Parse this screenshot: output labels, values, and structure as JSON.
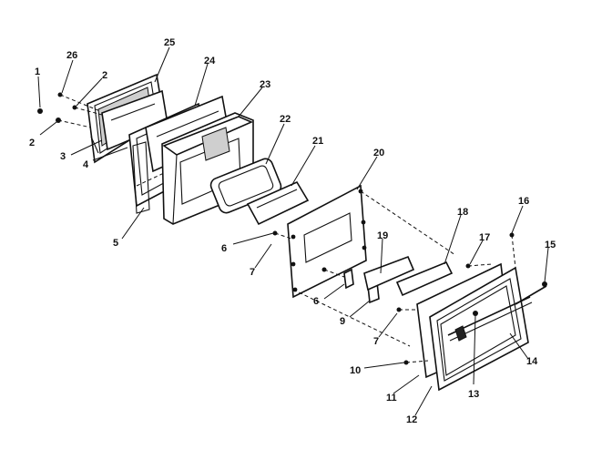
{
  "diagram": {
    "callouts": [
      {
        "id": "c1",
        "label": "1"
      },
      {
        "id": "c26",
        "label": "26"
      },
      {
        "id": "c2a",
        "label": "2"
      },
      {
        "id": "c25",
        "label": "25"
      },
      {
        "id": "c24",
        "label": "24"
      },
      {
        "id": "c23",
        "label": "23"
      },
      {
        "id": "c2b",
        "label": "2"
      },
      {
        "id": "c3",
        "label": "3"
      },
      {
        "id": "c22",
        "label": "22"
      },
      {
        "id": "c4",
        "label": "4"
      },
      {
        "id": "c21",
        "label": "21"
      },
      {
        "id": "c20",
        "label": "20"
      },
      {
        "id": "c5",
        "label": "5"
      },
      {
        "id": "c16",
        "label": "16"
      },
      {
        "id": "c18",
        "label": "18"
      },
      {
        "id": "c6a",
        "label": "6"
      },
      {
        "id": "c19",
        "label": "19"
      },
      {
        "id": "c17",
        "label": "17"
      },
      {
        "id": "c15",
        "label": "15"
      },
      {
        "id": "c7a",
        "label": "7"
      },
      {
        "id": "c6b",
        "label": "6"
      },
      {
        "id": "c9",
        "label": "9"
      },
      {
        "id": "c7b",
        "label": "7"
      },
      {
        "id": "c14",
        "label": "14"
      },
      {
        "id": "c10",
        "label": "10"
      },
      {
        "id": "c11",
        "label": "11"
      },
      {
        "id": "c13",
        "label": "13"
      },
      {
        "id": "c12",
        "label": "12"
      }
    ]
  }
}
